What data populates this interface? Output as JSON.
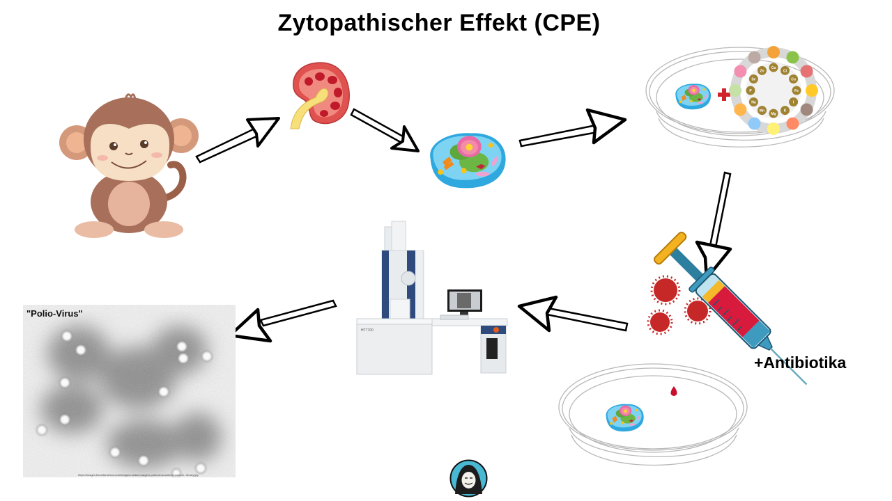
{
  "title": "Zytopathischer Effekt (CPE)",
  "steps": [
    {
      "id": "monkey",
      "icon": "monkey-icon"
    },
    {
      "id": "kidney",
      "icon": "kidney-icon"
    },
    {
      "id": "cell",
      "icon": "animal-cell-icon"
    },
    {
      "id": "culture-dish",
      "icon": "petri-dish-with-nutrients-icon"
    },
    {
      "id": "infection",
      "icon": "virus-syringe-petri-dish-icon",
      "label": "+Antibiotika"
    },
    {
      "id": "microscope",
      "icon": "electron-microscope-icon",
      "model": "HT7700"
    },
    {
      "id": "result",
      "icon": "electron-micrograph-image",
      "label": "\"Polio-Virus\"",
      "source": "https://images.fineartamerica.com/images-medium-large/1-polio-virus-science-source/...library.jpg"
    }
  ],
  "nutrients": [
    "Ca",
    "Cl",
    "Cu",
    "Fe",
    "I",
    "K",
    "Mg",
    "Mn",
    "Na",
    "P",
    "Se",
    "Zn"
  ],
  "arrows": [
    "monkey-to-kidney",
    "kidney-to-cell",
    "cell-to-dish",
    "dish-to-infection",
    "infection-to-microscope",
    "microscope-to-result"
  ],
  "colors": {
    "text": "#000000",
    "cell_body": "#3cb5e6",
    "nucleus": "#e86aa8",
    "virus": "#c62828",
    "kidney": "#d84a4a",
    "microscope_blue": "#2f4a7c",
    "syringe_liquid": "#d81b3c",
    "avatar_bg": "#49b8d3"
  }
}
